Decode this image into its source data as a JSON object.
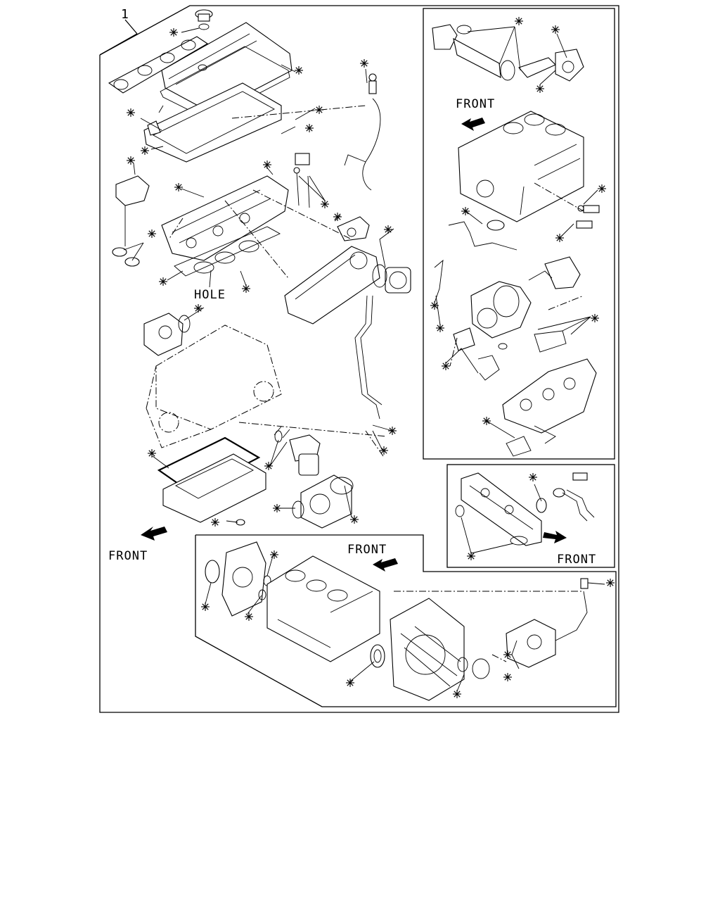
{
  "diagram": {
    "item_number": "1",
    "labels": {
      "front_main": "FRONT",
      "front_upper_right": "FRONT",
      "front_middle_right": "FRONT",
      "front_bottom": "FRONT",
      "hole": "HOLE"
    },
    "marker_symbol": "asterisk",
    "colors": {
      "line": "#000000",
      "background": "#ffffff"
    }
  }
}
